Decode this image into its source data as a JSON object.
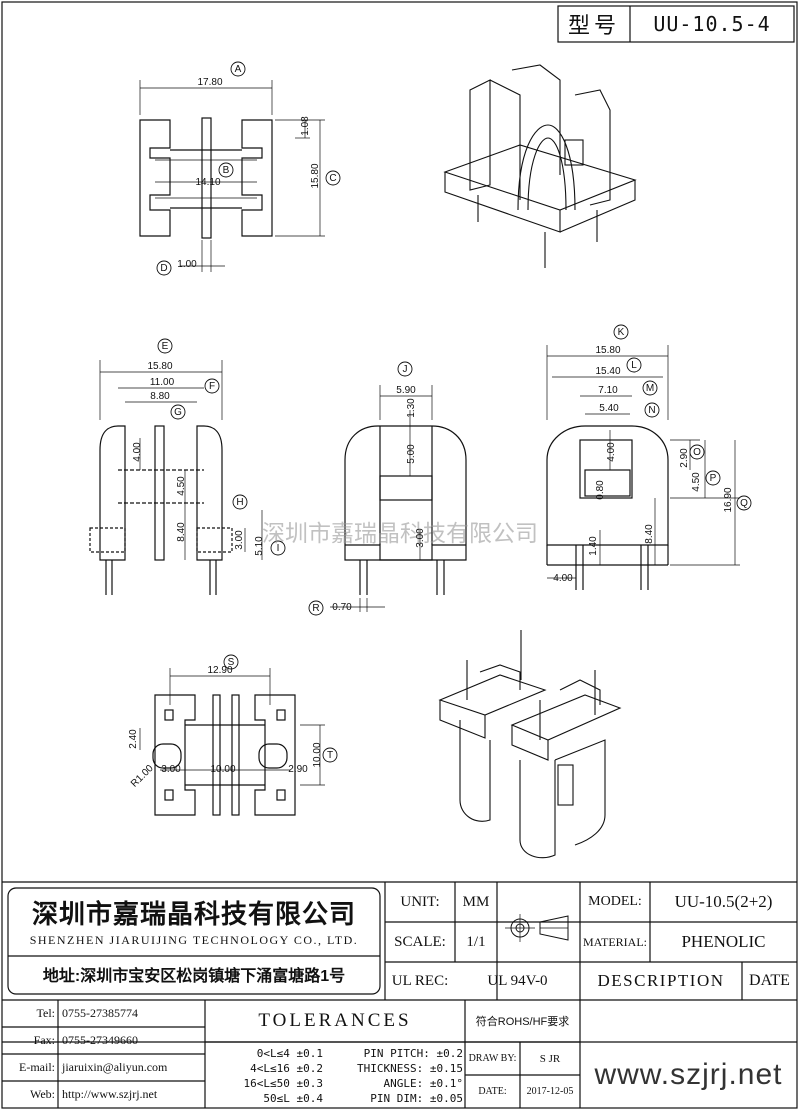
{
  "model_box": {
    "label": "型号",
    "value": "UU-10.5-4"
  },
  "watermark": "深圳市嘉瑞晶科技有限公司",
  "dims": {
    "A": "A",
    "B": "B",
    "C": "C",
    "D": "D",
    "E": "E",
    "F": "F",
    "G": "G",
    "H": "H",
    "I": "I",
    "J": "J",
    "K": "K",
    "L": "L",
    "M": "M",
    "N": "N",
    "O": "O",
    "P": "P",
    "Q": "Q",
    "R": "R",
    "S": "S",
    "T": "T",
    "v_17_80": "17.80",
    "v_14_10": "14.10",
    "v_1_08": "1.08",
    "v_15_80": "15.80",
    "v_1_00": "1.00",
    "v_e_15_80": "15.80",
    "v_11_00": "11.00",
    "v_8_80": "8.80",
    "v_4_00": "4.00",
    "v_4_50": "4.50",
    "v_8_40": "8.40",
    "v_3_00": "3.00",
    "v_5_10": "5.10",
    "v_5_90": "5.90",
    "v_1_30": "1.30",
    "v_5_00": "5.00",
    "v_j_3_00": "3.00",
    "v_0_70": "0.70",
    "v_k_15_80": "15.80",
    "v_15_40": "15.40",
    "v_7_10": "7.10",
    "v_5_40": "5.40",
    "v_k_4_00": "4.00",
    "v_2_90": "2.90",
    "v_k_4_50": "4.50",
    "v_0_80": "0.80",
    "v_16_90": "16.90",
    "v_1_40": "1.40",
    "v_k_8_40": "8.40",
    "v_kb_4_00": "4.00",
    "v_12_90": "12.90",
    "v_2_40": "2.40",
    "v_r1_00": "R1.00",
    "v_s_3_00": "3.00",
    "v_10_00": "10.00",
    "v_s_2_90": "2.90",
    "v_t_10_00": "10.00"
  },
  "company": {
    "name_cn": "深圳市嘉瑞晶科技有限公司",
    "name_en": "SHENZHEN JIARUIJING TECHNOLOGY CO., LTD.",
    "address": "地址:深圳市宝安区松岗镇塘下涌富塘路1号"
  },
  "contacts": [
    {
      "label": "Tel:",
      "value": "0755-27385774"
    },
    {
      "label": "Fax:",
      "value": "0755-27349660"
    },
    {
      "label": "E-mail:",
      "value": "jiaruixin@aliyun.com"
    },
    {
      "label": "Web:",
      "value": "http://www.szjrj.net"
    }
  ],
  "spec": {
    "unit_label": "UNIT:",
    "unit_value": "MM",
    "scale_label": "SCALE:",
    "scale_value": "1/1",
    "ulrec_label": "UL REC:",
    "ulrec_value": "UL 94V-0",
    "model_label": "MODEL:",
    "model_value": "UU-10.5(2+2)",
    "material_label": "MATERIAL:",
    "material_value": "PHENOLIC",
    "description_label": "DESCRIPTION",
    "date_label": "DATE"
  },
  "tolerances": {
    "title": "TOLERANCES",
    "rohs": "符合ROHS/HF要求",
    "length_rows": [
      "0<L≤4 ±0.1",
      "4<L≤16 ±0.2",
      "16<L≤50 ±0.3",
      "50≤L ±0.4"
    ],
    "other_rows": [
      "PIN PITCH: ±0.2",
      "THICKNESS: ±0.15",
      "ANGLE: ±0.1°",
      "PIN DIM: ±0.05"
    ]
  },
  "drawn": {
    "label": "DRAW BY:",
    "value": "S JR",
    "date_label": "DATE:",
    "date_value": "2017-12-05"
  },
  "website_big": "www.szjrj.net"
}
